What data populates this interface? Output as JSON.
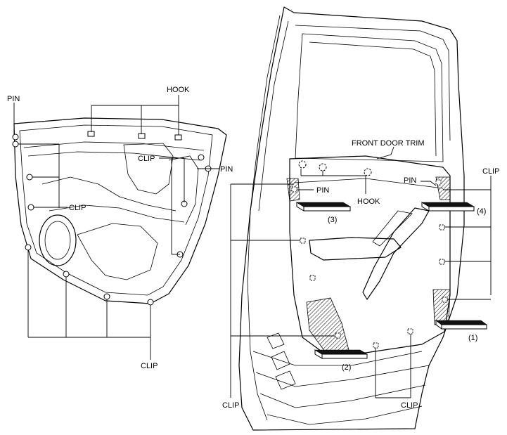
{
  "left_view": {
    "labels": {
      "pin_top_left": "PIN",
      "hook": "HOOK",
      "clip_upper": "CLIP",
      "pin_right": "PIN",
      "clip_middle": "CLIP",
      "clip_bottom": "CLIP"
    }
  },
  "right_view": {
    "labels": {
      "front_door_trim": "FRONT DOOR TRIM",
      "clip_top_right": "CLIP",
      "pin_left": "PIN",
      "hook": "HOOK",
      "pin_right": "PIN",
      "clip_bottom_left": "CLIP",
      "clip_bottom_right": "CLIP"
    },
    "steps": {
      "step1": "(1)",
      "step2": "(2)",
      "step3": "(3)",
      "step4": "(4)"
    }
  },
  "colors": {
    "line": "#000000",
    "background": "#ffffff"
  }
}
